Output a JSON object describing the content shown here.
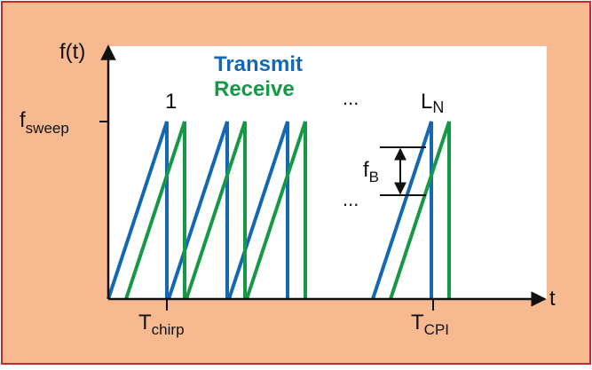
{
  "colors": {
    "frame_background": "#f7b98f",
    "frame_border": "#c8282d",
    "plot_background": "#ffffff",
    "axis": "#111111",
    "transmit": "#1468b3",
    "receive": "#169846",
    "text": "#111111"
  },
  "axes": {
    "y_label": "f(t)",
    "x_label": "t",
    "sweep_label": {
      "main": "f",
      "sub": "sweep"
    },
    "chirp_label": {
      "main": "T",
      "sub": "chirp"
    },
    "cpi_label": {
      "main": "T",
      "sub": "CPI"
    }
  },
  "legend": {
    "transmit": "Transmit",
    "receive": "Receive"
  },
  "annotations": {
    "first_chirp": "1",
    "last_chirp": {
      "main": "L",
      "sub": "N"
    },
    "ellipsis_top": "...",
    "ellipsis_mid": "...",
    "beat_label": {
      "main": "f",
      "sub": "B"
    }
  }
}
